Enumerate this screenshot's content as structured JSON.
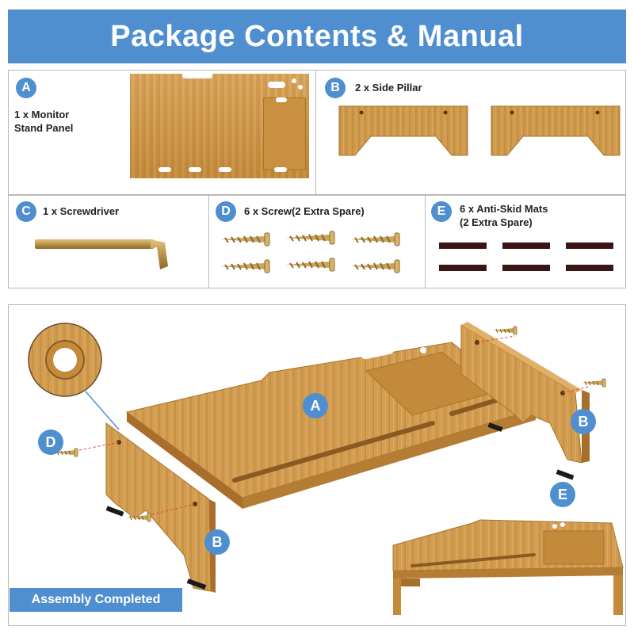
{
  "header": {
    "title": "Package Contents & Manual"
  },
  "items": {
    "a": {
      "badge": "A",
      "label_line1": "1 x Monitor",
      "label_line2": "Stand Panel"
    },
    "b": {
      "badge": "B",
      "label": "2 x Side Pillar"
    },
    "c": {
      "badge": "C",
      "label": "1 x Screwdriver"
    },
    "d": {
      "badge": "D",
      "label": "6 x Screw(2 Extra Spare)"
    },
    "e": {
      "badge": "E",
      "label_line1": "6 x Anti-Skid Mats",
      "label_line2": "(2 Extra Spare)"
    }
  },
  "assembly": {
    "callouts": {
      "a": "A",
      "b_right": "B",
      "b_left": "B",
      "d": "D",
      "e": "E"
    },
    "banner": "Assembly Completed"
  },
  "colors": {
    "accent": "#4f8fcf",
    "wood": "#cf9a4c",
    "mat": "#3a1515"
  }
}
